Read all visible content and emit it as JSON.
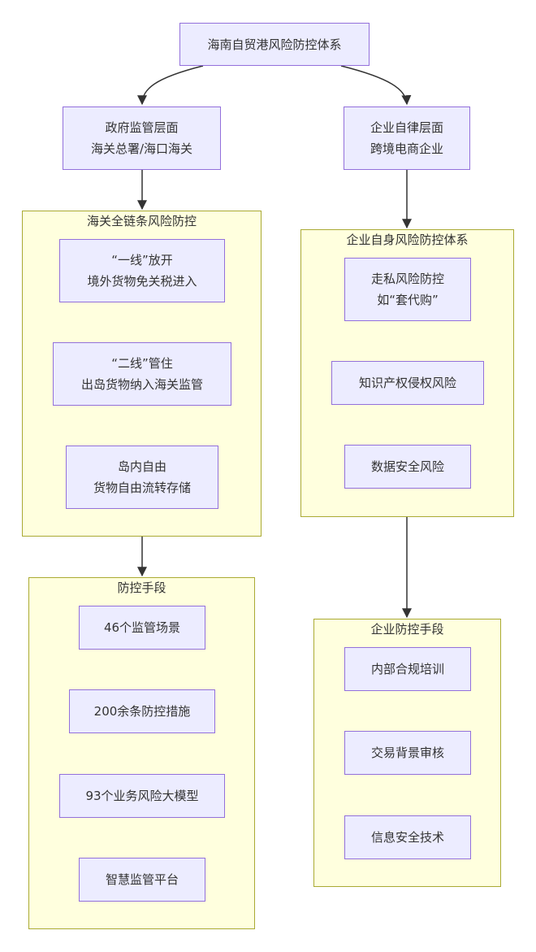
{
  "colors": {
    "node_fill": "#ececff",
    "node_border": "#9370db",
    "group_fill": "#ffffde",
    "group_border": "#aaaa33",
    "edge": "#333333"
  },
  "root": {
    "label": "海南自贸港风险防控体系"
  },
  "left": {
    "top_node": {
      "line1": "政府监管层面",
      "line2": "海关总署/海口海关"
    },
    "chain": {
      "title": "海关全链条风险防控",
      "items": [
        {
          "line1": "“一线”放开",
          "line2": "境外货物免关税进入"
        },
        {
          "line1": "“二线”管住",
          "line2": "出岛货物纳入海关监管"
        },
        {
          "line1": "岛内自由",
          "line2": "货物自由流转存储"
        }
      ]
    },
    "measures": {
      "title": "防控手段",
      "items": [
        "46个监管场景",
        "200余条防控措施",
        "93个业务风险大模型",
        "智慧监管平台"
      ]
    }
  },
  "right": {
    "top_node": {
      "line1": "企业自律层面",
      "line2": "跨境电商企业"
    },
    "system": {
      "title": "企业自身风险防控体系",
      "items": [
        {
          "line1": "走私风险防控",
          "line2": "如“套代购”"
        },
        {
          "line1": "知识产权侵权风险"
        },
        {
          "line1": "数据安全风险"
        }
      ]
    },
    "measures": {
      "title": "企业防控手段",
      "items": [
        "内部合规培训",
        "交易背景审核",
        "信息安全技术"
      ]
    }
  }
}
